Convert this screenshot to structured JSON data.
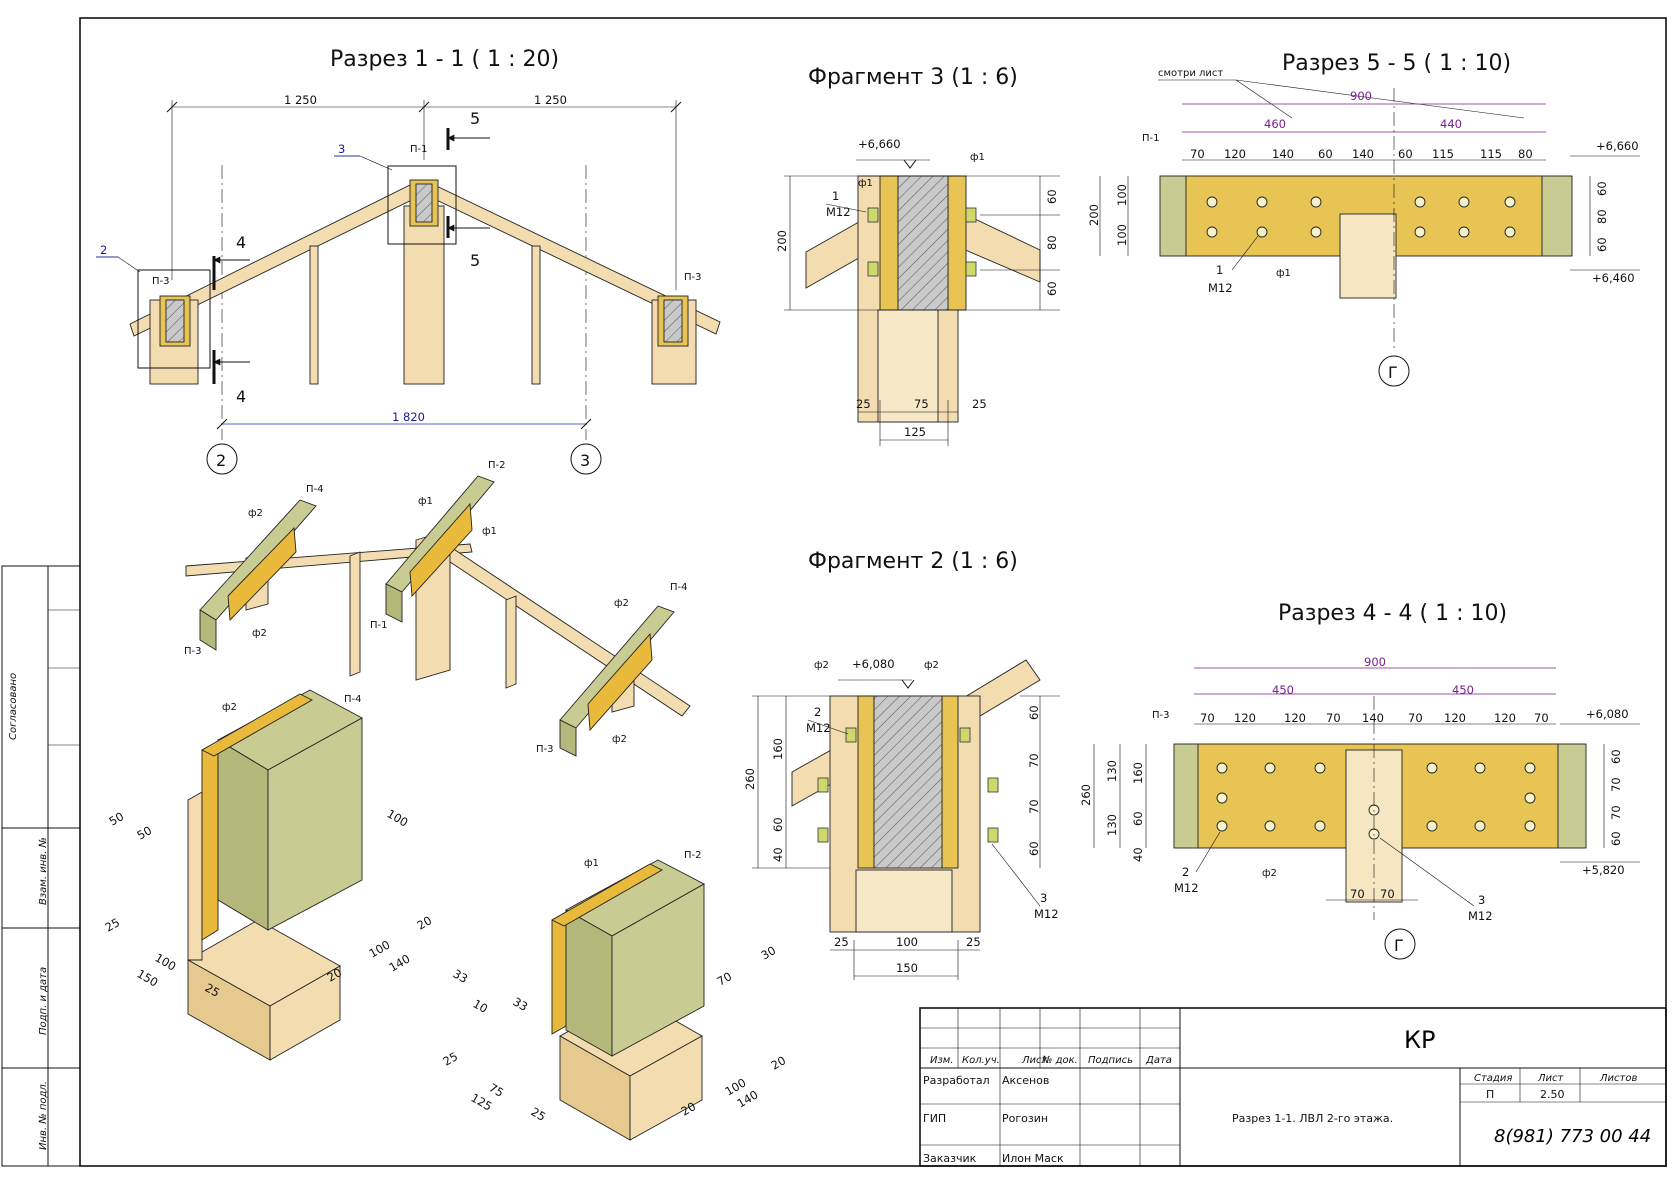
{
  "titles": {
    "section_1_1": "Разрез 1 - 1 ( 1 : 20)",
    "fragment_3": "Фрагмент 3 (1 : 6)",
    "section_5_5": "Разрез 5 - 5 ( 1 : 10)",
    "fragment_2": "Фрагмент 2 (1 : 6)",
    "section_4_4": "Разрез 4 - 4 ( 1 : 10)"
  },
  "section_1_1": {
    "dim_left": "1 250",
    "dim_right": "1 250",
    "dim_axes": "1 820",
    "axis_2": "2",
    "axis_3": "3",
    "cut_5_top": "5",
    "cut_5_bottom": "5",
    "cut_4_top": "4",
    "cut_4_bottom": "4",
    "callout_2": "2",
    "callout_3": "3",
    "tag_p1": "П-1",
    "tag_p3_left": "П-3",
    "tag_p3_right": "П-3"
  },
  "fragment_3": {
    "elev": "+6,660",
    "tag_f1_left": "ф1",
    "tag_f1_right": "ф1",
    "callout_num": "1",
    "callout_bolt": "M12",
    "dim_total": "200",
    "dim_r1": "60",
    "dim_r2": "80",
    "dim_r3": "60",
    "dim_b1": "25",
    "dim_b2": "75",
    "dim_b3": "25",
    "dim_b_total": "125"
  },
  "section_5_5": {
    "note": "смотри лист",
    "dim_total": "900",
    "dim_half_left": "460",
    "dim_half_right": "440",
    "spacings": [
      "70",
      "120",
      "140",
      "60",
      "140",
      "60",
      "115",
      "115",
      "80"
    ],
    "dim_height": "200",
    "dim_h1": "100",
    "dim_h2": "100",
    "dim_r1": "60",
    "dim_r2": "80",
    "dim_r3": "60",
    "elev_top": "+6,660",
    "elev_bottom": "+6,460",
    "tag_p1": "П-1",
    "callout_num": "1",
    "callout_bolt": "M12",
    "tag_f1": "ф1",
    "axis": "Г"
  },
  "fragment_2": {
    "elev": "+6,080",
    "tag_f2_left": "ф2",
    "tag_f2_right": "ф2",
    "callout_num": "2",
    "callout_bolt": "M12",
    "callout3_num": "3",
    "callout3_bolt": "M12",
    "dim_total": "260",
    "dim_l1": "160",
    "dim_l2": "60",
    "dim_l3": "40",
    "dim_r1": "60",
    "dim_r2": "70",
    "dim_r3": "70",
    "dim_r4": "60",
    "dim_b1": "25",
    "dim_b2": "100",
    "dim_b3": "25",
    "dim_b_total": "150"
  },
  "section_4_4": {
    "dim_total": "900",
    "dim_half_left": "450",
    "dim_half_right": "450",
    "spacings": [
      "70",
      "120",
      "120",
      "70",
      "140",
      "70",
      "120",
      "120",
      "70"
    ],
    "dim_height": "260",
    "dim_h1": "130",
    "dim_h2": "130",
    "dim_l1": "160",
    "dim_l2": "60",
    "dim_l3": "40",
    "dim_r1": "60",
    "dim_r2": "70",
    "dim_r3": "70",
    "dim_r4": "60",
    "elev_top": "+6,080",
    "elev_bottom": "+5,820",
    "tag_p3": "П-3",
    "callout2_num": "2",
    "callout2_bolt": "M12",
    "tag_f2": "ф2",
    "callout3_num": "3",
    "callout3_bolt": "M12",
    "dim_post_left": "70",
    "dim_post_right": "70",
    "axis": "Г"
  },
  "iso_frame": {
    "tag_p2": "П-2",
    "tag_p4_left": "П-4",
    "tag_p4_right": "П-4",
    "tag_f1_a": "ф1",
    "tag_f1_b": "ф1",
    "tag_f2_a": "ф2",
    "tag_f2_b": "ф2",
    "tag_f2_c": "ф2",
    "tag_f2_d": "ф2",
    "tag_p1": "П-1",
    "tag_p3_a": "П-3",
    "tag_p3_b": "П-3"
  },
  "iso_p4": {
    "tag_f2": "ф2",
    "tag_p4": "П-4",
    "dims": [
      "50",
      "50",
      "100",
      "25",
      "100",
      "150",
      "25",
      "20",
      "100",
      "140",
      "20"
    ]
  },
  "iso_p2": {
    "tag_f1": "ф1",
    "tag_p2": "П-2",
    "dims": [
      "33",
      "10",
      "33",
      "30",
      "70",
      "25",
      "75",
      "125",
      "25",
      "20",
      "100",
      "140",
      "20"
    ]
  },
  "side_stamp": {
    "agreed": "Согласовано",
    "swap_inv": "Взам. инв. №",
    "sign_date": "Подп. и дата",
    "inv_orig": "Инв. № подл."
  },
  "title_block": {
    "code": "КР",
    "headers": [
      "Изм.",
      "Кол.уч.",
      "Лист",
      "№ док.",
      "Подпись",
      "Дата"
    ],
    "rows": [
      {
        "role": "Разработал",
        "name": "Аксенов"
      },
      {
        "role": "ГИП",
        "name": "Рогозин"
      },
      {
        "role": "Заказчик",
        "name": "Илон Маск"
      }
    ],
    "sheet_title": "Разрез 1-1. ЛВЛ 2-го этажа.",
    "stage_label": "Стадия",
    "sheet_label": "Лист",
    "sheets_label": "Листов",
    "stage": "П",
    "sheet": "2.50",
    "sheets": "",
    "phone": "8(981) 773 00 44"
  }
}
